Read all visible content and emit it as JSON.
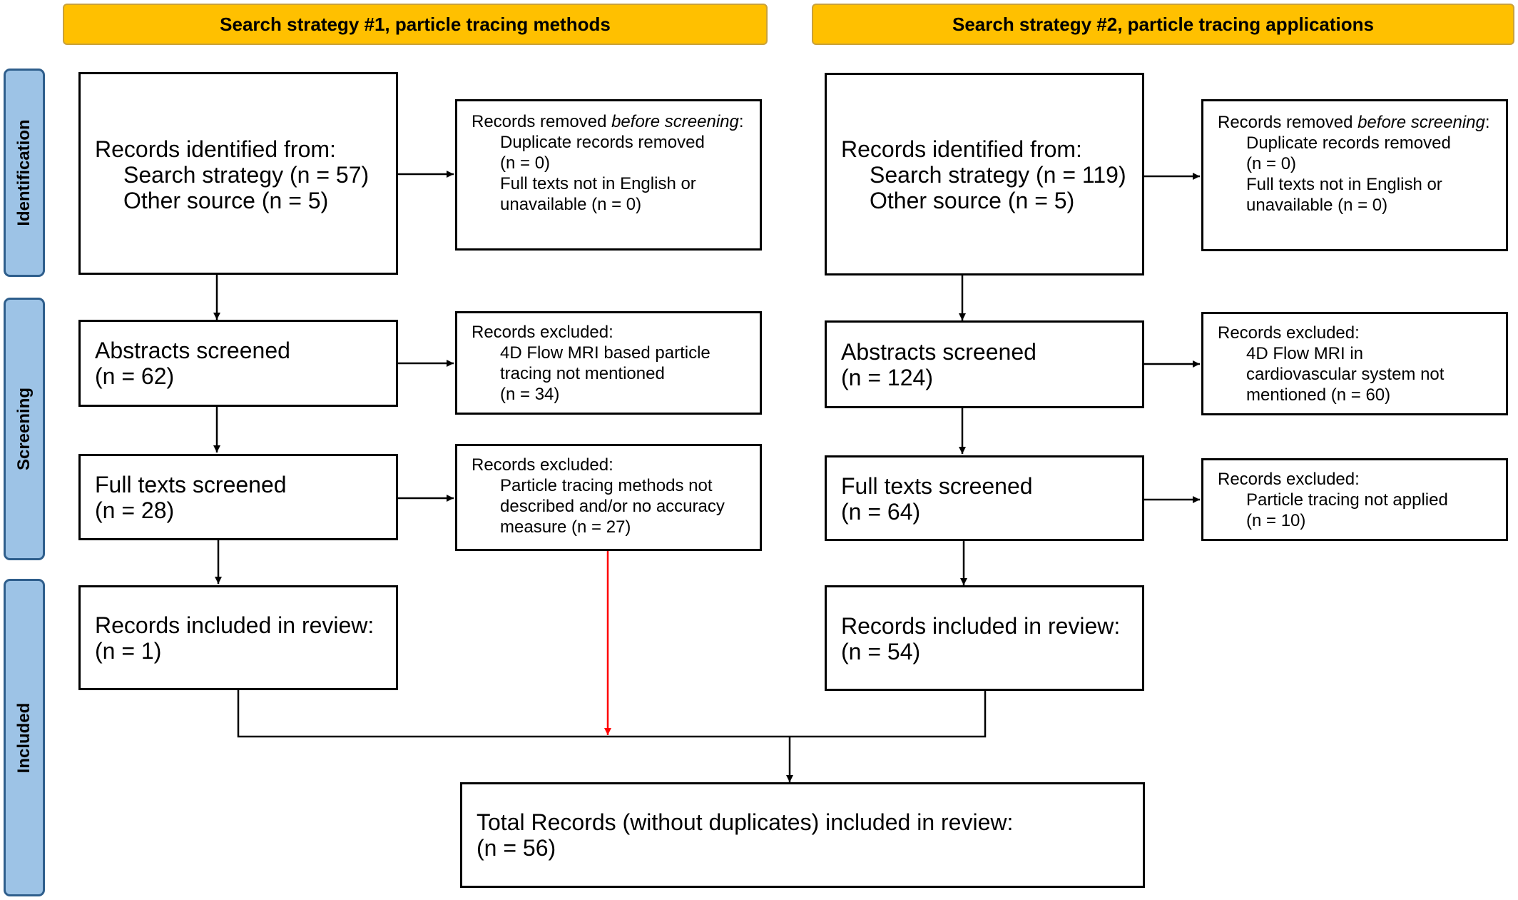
{
  "headers": {
    "s1": "Search strategy #1, particle tracing methods",
    "s2": "Search strategy #2, particle tracing applications"
  },
  "phases": {
    "identification": "Identification",
    "screening": "Screening",
    "included": "Included"
  },
  "s1": {
    "identified": {
      "title": "Records identified from:",
      "search": "Search strategy (n = 57)",
      "other": "Other source (n = 5)"
    },
    "removed": {
      "pre": "Records removed ",
      "italic": "before screening",
      "colon": ":",
      "l1": "Duplicate records removed",
      "l2": "(n = 0)",
      "l3": "Full texts not in English or",
      "l4": "unavailable (n = 0)"
    },
    "abstracts": {
      "title": "Abstracts screened",
      "count": "(n = 62)"
    },
    "excluded_abs": {
      "title": "Records excluded:",
      "l1": "4D Flow MRI based particle",
      "l2": "tracing not mentioned",
      "l3": "(n = 34)"
    },
    "fulltexts": {
      "title": "Full texts screened",
      "count": "(n = 28)"
    },
    "excluded_full": {
      "title": "Records excluded:",
      "l1": "Particle tracing methods not",
      "l2": "described and/or no accuracy",
      "l3": "measure (n = 27)"
    },
    "included": {
      "title": "Records included in review:",
      "count": "(n = 1)"
    }
  },
  "s2": {
    "identified": {
      "title": "Records identified from:",
      "search": "Search strategy (n = 119)",
      "other": "Other source (n = 5)"
    },
    "removed": {
      "pre": "Records removed ",
      "italic": "before screening",
      "colon": ":",
      "l1": "Duplicate records removed",
      "l2": "(n = 0)",
      "l3": "Full texts not in English or",
      "l4": "unavailable (n = 0)"
    },
    "abstracts": {
      "title": "Abstracts screened",
      "count": "(n = 124)"
    },
    "excluded_abs": {
      "title": "Records excluded:",
      "l1": "4D Flow MRI in",
      "l2": "cardiovascular system not",
      "l3": "mentioned (n = 60)"
    },
    "fulltexts": {
      "title": "Full texts screened",
      "count": "(n = 64)"
    },
    "excluded_full": {
      "title": "Records excluded:",
      "l1": "Particle tracing not applied",
      "l2": "(n = 10)"
    },
    "included": {
      "title": "Records included in review:",
      "count": "(n = 54)"
    }
  },
  "total": {
    "title": "Total Records (without duplicates) included in review:",
    "count": "(n = 56)"
  },
  "colors": {
    "header_fill": "#FFC000",
    "phase_fill": "#9DC3E6",
    "phase_border": "#2E5E8C",
    "highlight_arrow": "#FF0000"
  }
}
